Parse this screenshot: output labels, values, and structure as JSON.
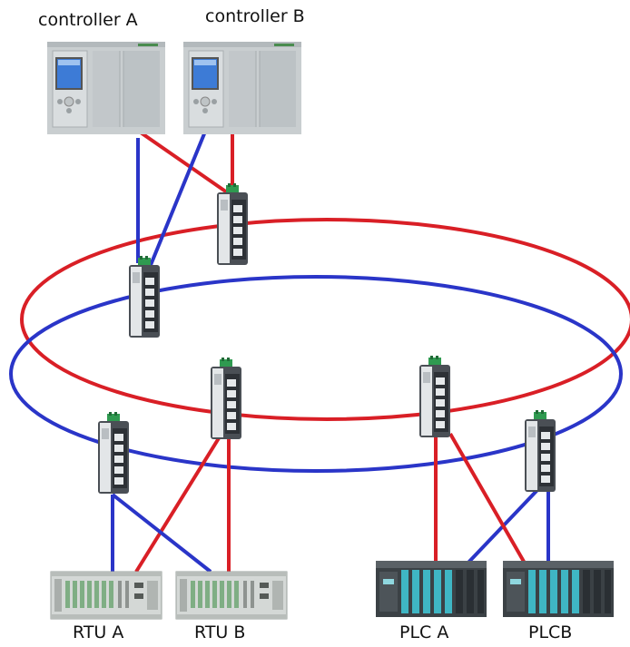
{
  "labels": {
    "controller_a": "controller A",
    "controller_b": "controller B",
    "rtu_a": "RTU A",
    "rtu_b": "RTU B",
    "plc_a": "PLC A",
    "plc_b": "PLCB"
  },
  "colors": {
    "ring_red": "#d91f26",
    "ring_blue": "#2a35c8",
    "switch_body": "#4a4f55",
    "switch_front": "#dfe3e6",
    "switch_terminal": "#2f9a50",
    "controller_body": "#c9ced0",
    "controller_screen": "#3d7bd6",
    "rtu_body": "#d4d8d6",
    "rtu_card": "#7fae84",
    "plc_body": "#3b4145",
    "plc_stripe": "#3fb6c4"
  },
  "icons": {
    "controller": "plc-cpu-icon",
    "switch": "ethernet-switch-icon",
    "rtu": "rtu-rack-icon",
    "plc": "plc-rack-icon"
  }
}
